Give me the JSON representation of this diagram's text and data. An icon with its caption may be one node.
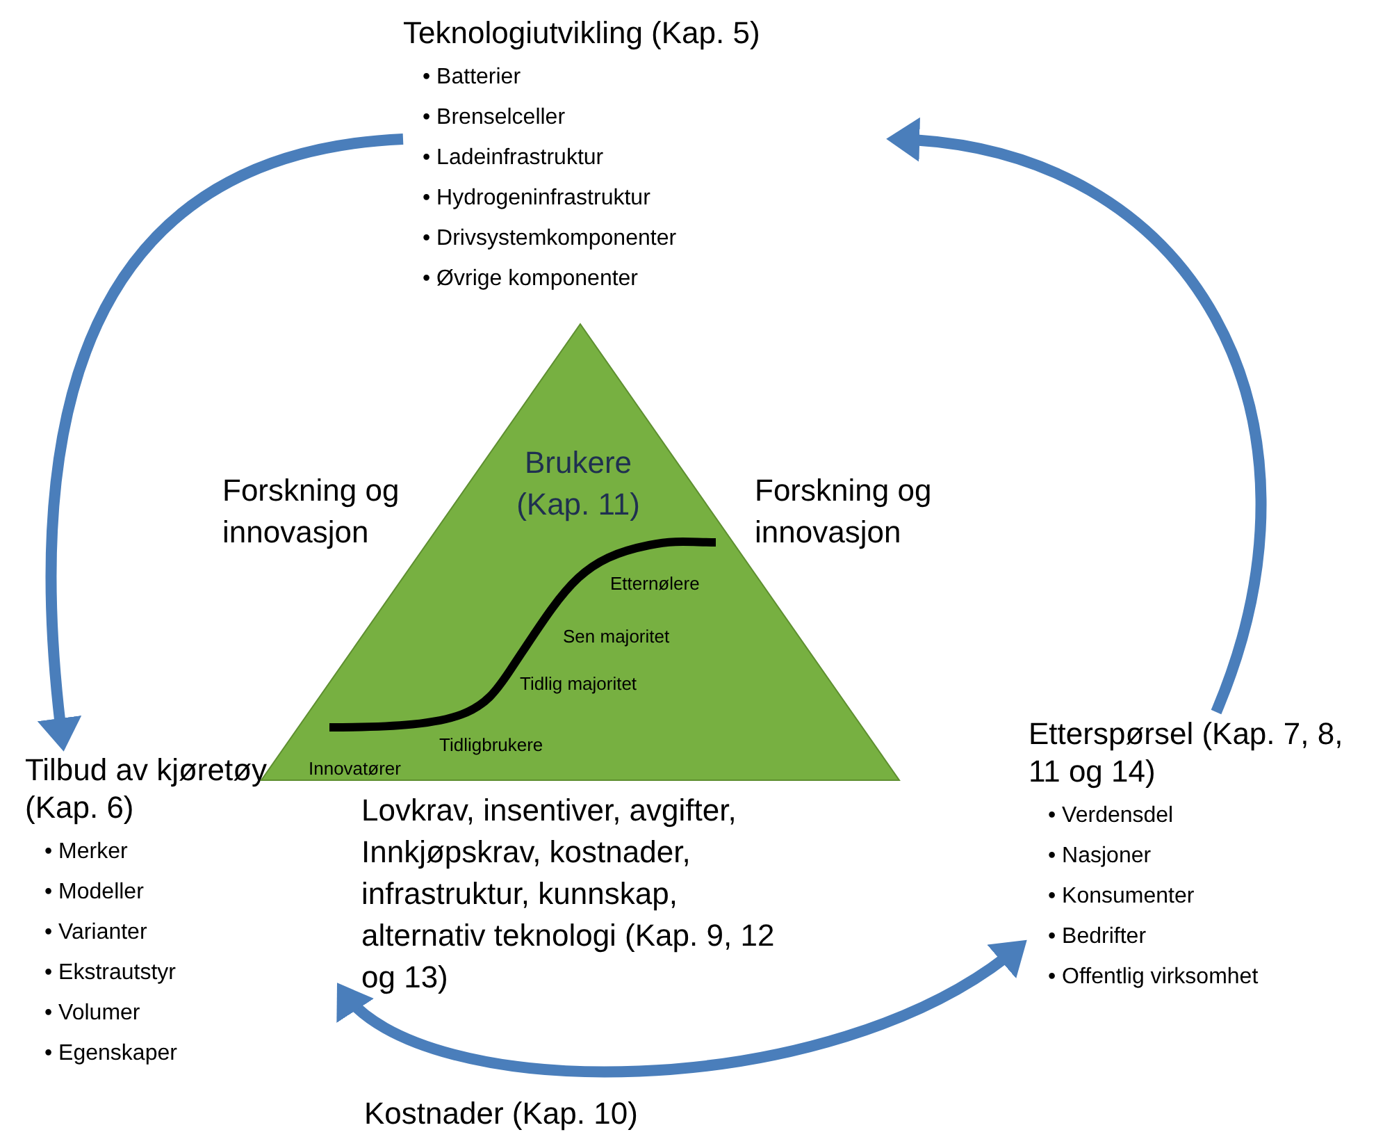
{
  "diagram": {
    "nodes": [
      {
        "text": [
          "Teknologiutvikling (Kap. 5)",
          "• Batterier",
          "• Brenselceller",
          "• Ladeinfrastruktur",
          "• Hydrogeninfrastruktur",
          "• Drivsystemkomponenter",
          "• Øvrige komponenter"
        ]
      },
      {
        "text": [
          "Tilbud av kjøretøy (Kap. 6)",
          "• Merker",
          "• Modeller",
          "• Varianter",
          "• Ekstrautstyr",
          "• Volumer",
          "• Egenskaper"
        ]
      },
      {
        "text": [
          "Etterspørsel (Kap. 7, 8, 11 og 14)",
          "• Verdensdel",
          "• Nasjoner",
          "• Konsumenter",
          "• Bedrifter",
          "• Offentlig virksomhet"
        ]
      },
      {
        "text": [
          "Brukere (Kap. 11)",
          "Etternølere",
          "Sen majoritet",
          "Tidlig majoritet",
          "Tidligbrukere",
          "Innovatører"
        ]
      }
    ],
    "edges": [
      {
        "from": 0,
        "to": 1,
        "arrow": "to"
      },
      {
        "from": 2,
        "to": 0,
        "arrow": "to"
      },
      {
        "from": 1,
        "to": 2,
        "arrow": "both"
      }
    ],
    "labels": [
      "Forskning og innovasjon",
      "Forskning og innovasjon",
      "Lovkrav, insentiver, avgifter, Innkjøpskrav, kostnader, infrastruktur, kunnskap, alternativ teknologi (Kap. 9, 12 og 13)",
      "Kostnader (Kap. 10)"
    ]
  }
}
